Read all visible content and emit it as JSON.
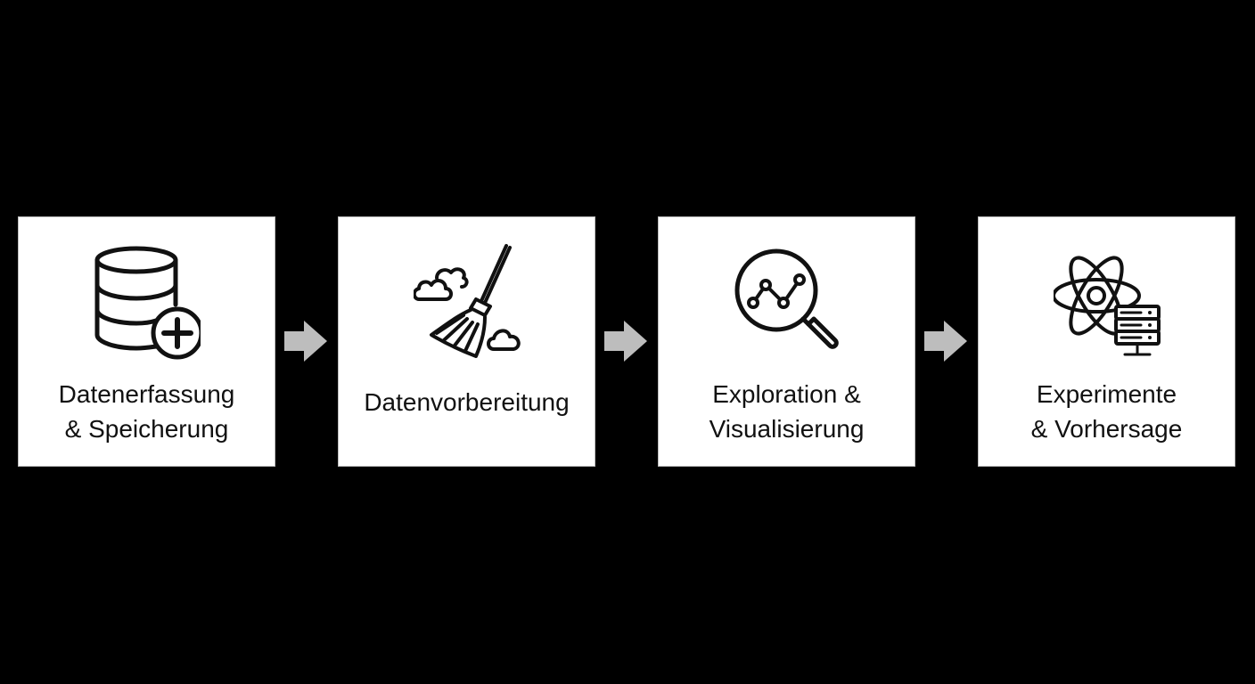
{
  "steps": [
    {
      "line1": "Datenerfassung",
      "line2": "& Speicherung",
      "icon": "database-plus-icon"
    },
    {
      "line1": "Datenvorbereitung",
      "icon": "broom-clouds-icon"
    },
    {
      "line1": "Exploration &",
      "line2": "Visualisierung",
      "icon": "magnifier-chart-icon"
    },
    {
      "line1": "Experimente",
      "line2": "& Vorhersage",
      "icon": "atom-server-icon"
    }
  ],
  "colors": {
    "background": "#000000",
    "box": "#ffffff",
    "arrow": "#bdbdbd",
    "ink": "#111111"
  }
}
